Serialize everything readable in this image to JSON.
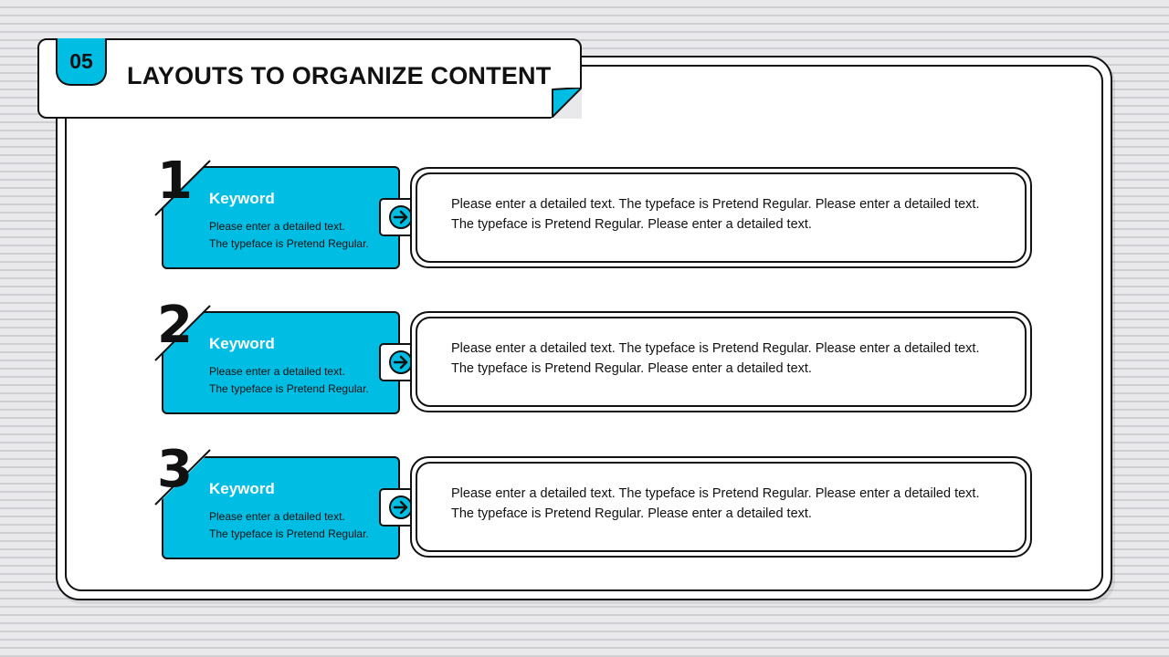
{
  "header": {
    "number": "05",
    "title": "LAYOUTS TO ORGANIZE CONTENT"
  },
  "colors": {
    "accent": "#00bde3",
    "outline": "#111111",
    "background": "#e9e9ec"
  },
  "items": [
    {
      "number": "1",
      "keyword": "Keyword",
      "short_lines": [
        "Please enter a detailed text.",
        "The typeface is Pretend Regular."
      ],
      "description": "Please enter a detailed text. The typeface is Pretend Regular. Please enter a detailed text. The typeface is Pretend Regular. Please enter a detailed text.",
      "icon": "arrow-right-icon"
    },
    {
      "number": "2",
      "keyword": "Keyword",
      "short_lines": [
        "Please enter a detailed text.",
        "The typeface is Pretend Regular."
      ],
      "description": "Please enter a detailed text. The typeface is Pretend Regular. Please enter a detailed text. The typeface is Pretend Regular. Please enter a detailed text.",
      "icon": "arrow-right-icon"
    },
    {
      "number": "3",
      "keyword": "Keyword",
      "short_lines": [
        "Please enter a detailed text.",
        "The typeface is Pretend Regular."
      ],
      "description": "Please enter a detailed text. The typeface is Pretend Regular. Please enter a detailed text. The typeface is Pretend Regular. Please enter a detailed text.",
      "icon": "arrow-right-icon"
    }
  ]
}
